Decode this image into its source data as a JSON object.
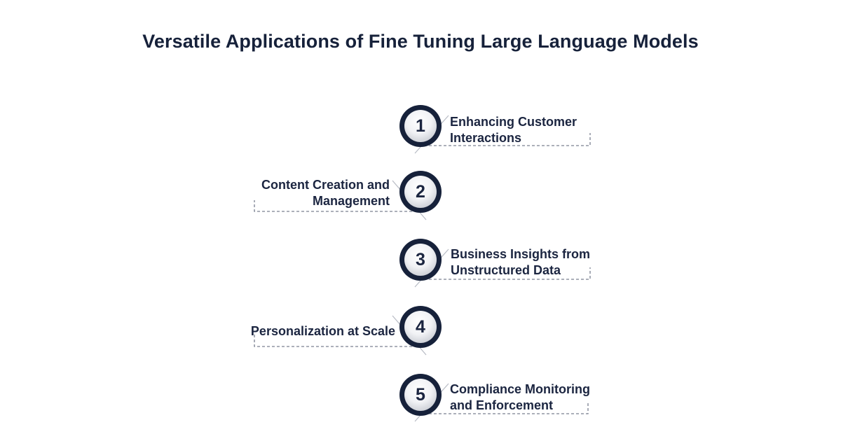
{
  "title": "Versatile Applications of Fine Tuning Large Language Models",
  "colors": {
    "ring": "#16213a",
    "text": "#1b2540",
    "dash": "#7a8090",
    "circle_fill_light": "#ffffff",
    "circle_fill_dark": "#c9ccd3"
  },
  "items": [
    {
      "number": "1",
      "line1": "Enhancing Customer",
      "line2": "Interactions",
      "side": "right"
    },
    {
      "number": "2",
      "line1": "Content Creation and",
      "line2": "Management",
      "side": "left"
    },
    {
      "number": "3",
      "line1": "Business Insights from",
      "line2": "Unstructured Data",
      "side": "right"
    },
    {
      "number": "4",
      "line1": "Personalization at Scale",
      "line2": "",
      "side": "left"
    },
    {
      "number": "5",
      "line1": "Compliance Monitoring",
      "line2": "and Enforcement",
      "side": "right"
    }
  ]
}
